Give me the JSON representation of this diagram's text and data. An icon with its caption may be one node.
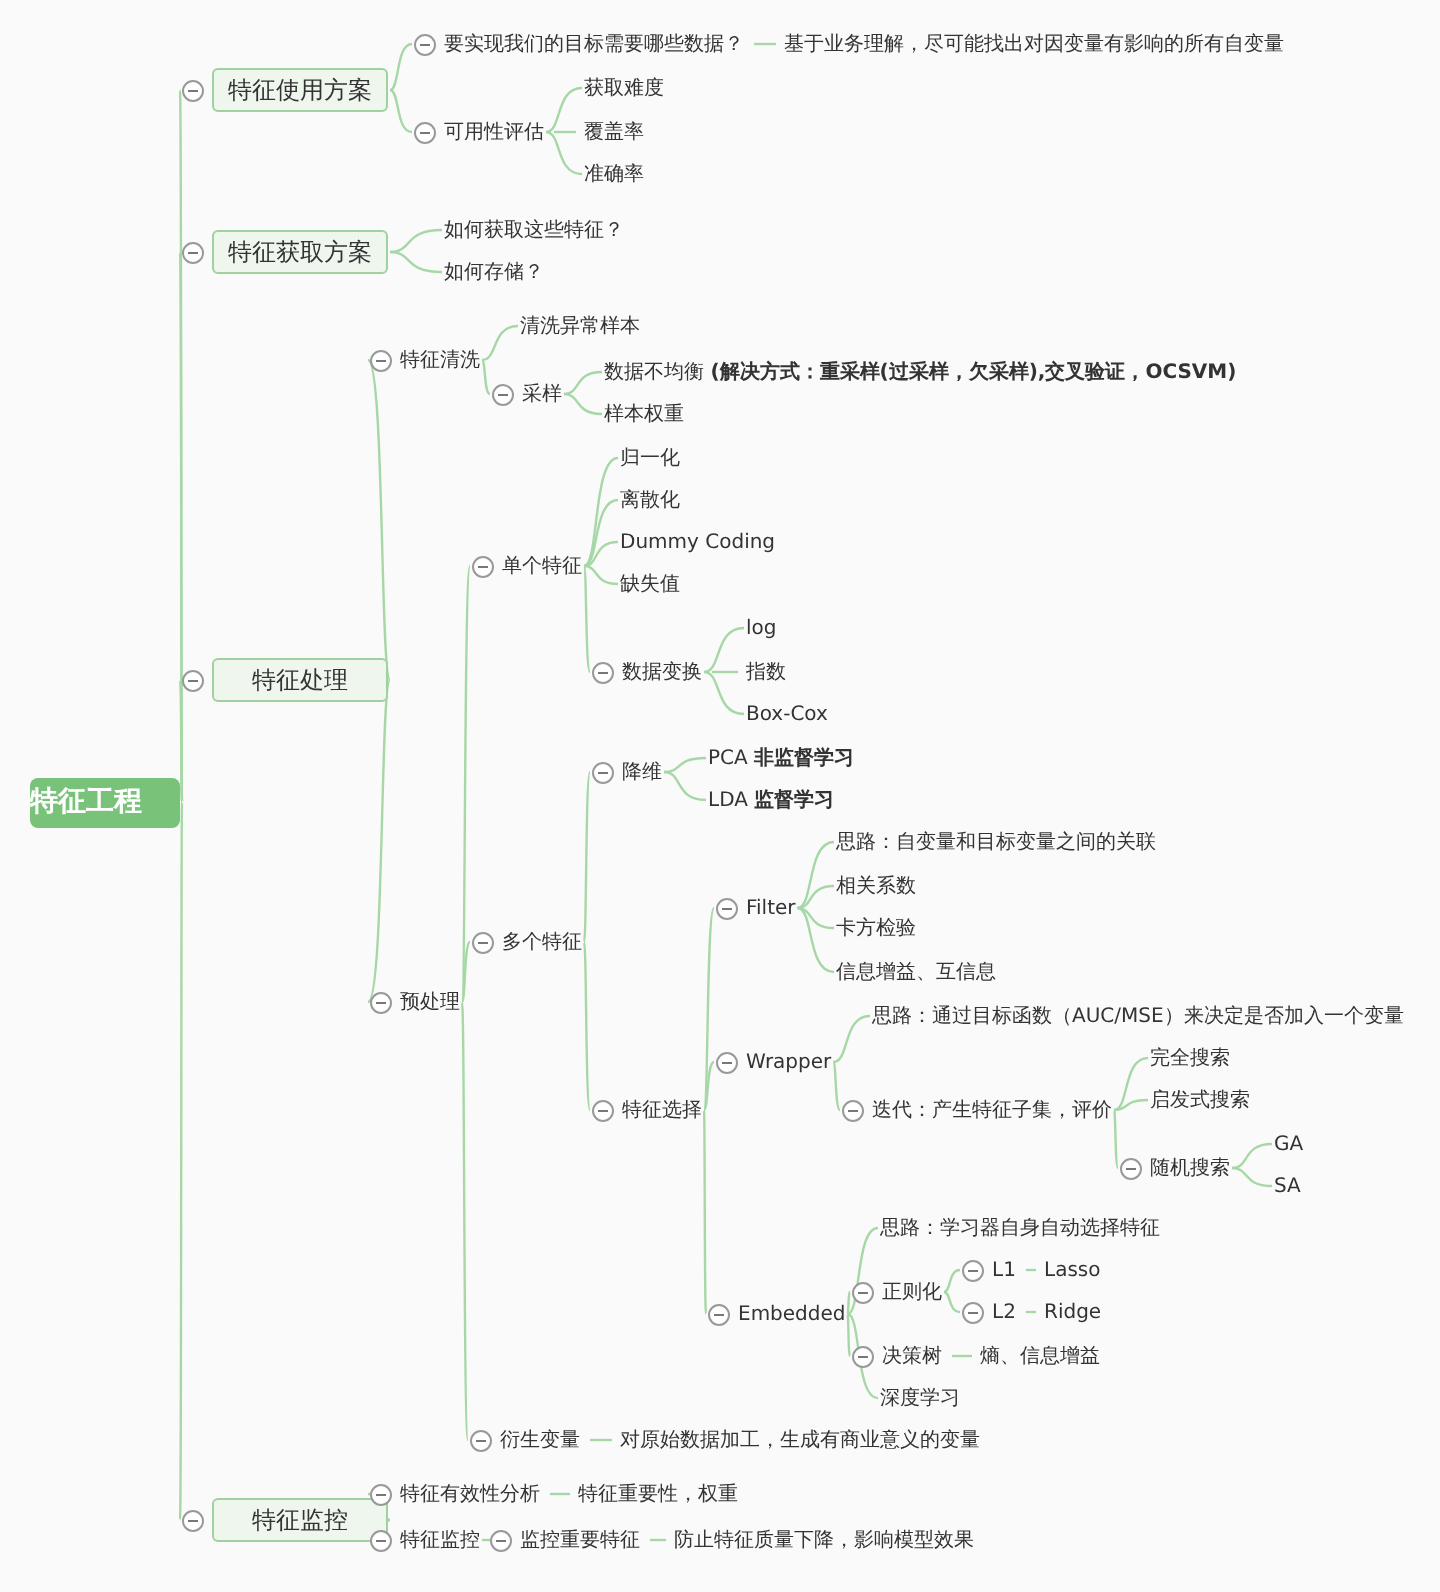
{
  "diagram": {
    "nodes": [
      {
        "text": [
          "特征工程"
        ]
      },
      {
        "text": [
          "特征使用方案"
        ]
      },
      {
        "text": [
          "要实现我们的目标需要哪些数据？"
        ]
      },
      {
        "text": [
          "基于业务理解，尽可能找出对因变量有影响的所有自变量"
        ]
      },
      {
        "text": [
          "可用性评估"
        ]
      },
      {
        "text": [
          "获取难度"
        ]
      },
      {
        "text": [
          "覆盖率"
        ]
      },
      {
        "text": [
          "准确率"
        ]
      },
      {
        "text": [
          "特征获取方案"
        ]
      },
      {
        "text": [
          "如何获取这些特征？"
        ]
      },
      {
        "text": [
          "如何存储？"
        ]
      },
      {
        "text": [
          "特征处理"
        ]
      },
      {
        "text": [
          "特征清洗"
        ]
      },
      {
        "text": [
          "清洗异常样本"
        ]
      },
      {
        "text": [
          "采样"
        ]
      },
      {
        "text": [
          "数据不均衡 **(解决方式：重采样(过采样，欠采样),交叉验证，OCSVM)**"
        ]
      },
      {
        "text": [
          "样本权重"
        ]
      },
      {
        "text": [
          "预处理"
        ]
      },
      {
        "text": [
          "单个特征"
        ]
      },
      {
        "text": [
          "归一化"
        ]
      },
      {
        "text": [
          "离散化"
        ]
      },
      {
        "text": [
          "Dummy Coding"
        ]
      },
      {
        "text": [
          "缺失值"
        ]
      },
      {
        "text": [
          "数据变换"
        ]
      },
      {
        "text": [
          "log"
        ]
      },
      {
        "text": [
          "指数"
        ]
      },
      {
        "text": [
          "Box-Cox"
        ]
      },
      {
        "text": [
          "多个特征"
        ]
      },
      {
        "text": [
          "降维"
        ]
      },
      {
        "text": [
          "PCA  **非监督学习**"
        ]
      },
      {
        "text": [
          "LDA  **监督学习**"
        ]
      },
      {
        "text": [
          "特征选择"
        ]
      },
      {
        "text": [
          "Filter"
        ]
      },
      {
        "text": [
          "思路：自变量和目标变量之间的关联"
        ]
      },
      {
        "text": [
          "相关系数"
        ]
      },
      {
        "text": [
          "卡方检验"
        ]
      },
      {
        "text": [
          "信息增益、互信息"
        ]
      },
      {
        "text": [
          "Wrapper"
        ]
      },
      {
        "text": [
          "思路：通过目标函数（AUC/MSE）来决定是否加入一个变量"
        ]
      },
      {
        "text": [
          "迭代：产生特征子集，评价"
        ]
      },
      {
        "text": [
          "完全搜索"
        ]
      },
      {
        "text": [
          "启发式搜索"
        ]
      },
      {
        "text": [
          "随机搜索"
        ]
      },
      {
        "text": [
          "GA"
        ]
      },
      {
        "text": [
          "SA"
        ]
      },
      {
        "text": [
          "Embedded"
        ]
      },
      {
        "text": [
          "思路：学习器自身自动选择特征"
        ]
      },
      {
        "text": [
          "正则化"
        ]
      },
      {
        "text": [
          "L1"
        ]
      },
      {
        "text": [
          "Lasso"
        ]
      },
      {
        "text": [
          "L2"
        ]
      },
      {
        "text": [
          "Ridge"
        ]
      },
      {
        "text": [
          "决策树"
        ]
      },
      {
        "text": [
          "熵、信息增益"
        ]
      },
      {
        "text": [
          "深度学习"
        ]
      },
      {
        "text": [
          "衍生变量"
        ]
      },
      {
        "text": [
          "对原始数据加工，生成有商业意义的变量"
        ]
      },
      {
        "text": [
          "特征监控"
        ]
      },
      {
        "text": [
          "特征有效性分析"
        ]
      },
      {
        "text": [
          "特征重要性，权重"
        ]
      },
      {
        "text": [
          "特征监控"
        ]
      },
      {
        "text": [
          "监控重要特征"
        ]
      },
      {
        "text": [
          "防止特征质量下降，影响模型效果"
        ]
      }
    ],
    "edges": [
      {
        "from": 0,
        "to": 1,
        "arrow": "none"
      },
      {
        "from": 1,
        "to": 2,
        "arrow": "none"
      },
      {
        "from": 2,
        "to": 3,
        "arrow": "none"
      },
      {
        "from": 1,
        "to": 4,
        "arrow": "none"
      },
      {
        "from": 4,
        "to": 5,
        "arrow": "none"
      },
      {
        "from": 4,
        "to": 6,
        "arrow": "none"
      },
      {
        "from": 4,
        "to": 7,
        "arrow": "none"
      },
      {
        "from": 0,
        "to": 8,
        "arrow": "none"
      },
      {
        "from": 8,
        "to": 9,
        "arrow": "none"
      },
      {
        "from": 8,
        "to": 10,
        "arrow": "none"
      },
      {
        "from": 0,
        "to": 11,
        "arrow": "none"
      },
      {
        "from": 11,
        "to": 12,
        "arrow": "none"
      },
      {
        "from": 12,
        "to": 13,
        "arrow": "none"
      },
      {
        "from": 12,
        "to": 14,
        "arrow": "none"
      },
      {
        "from": 14,
        "to": 15,
        "arrow": "none"
      },
      {
        "from": 14,
        "to": 16,
        "arrow": "none"
      },
      {
        "from": 11,
        "to": 17,
        "arrow": "none"
      },
      {
        "from": 17,
        "to": 18,
        "arrow": "none"
      },
      {
        "from": 18,
        "to": 19,
        "arrow": "none"
      },
      {
        "from": 18,
        "to": 20,
        "arrow": "none"
      },
      {
        "from": 18,
        "to": 21,
        "arrow": "none"
      },
      {
        "from": 18,
        "to": 22,
        "arrow": "none"
      },
      {
        "from": 18,
        "to": 23,
        "arrow": "none"
      },
      {
        "from": 23,
        "to": 24,
        "arrow": "none"
      },
      {
        "from": 23,
        "to": 25,
        "arrow": "none"
      },
      {
        "from": 23,
        "to": 26,
        "arrow": "none"
      },
      {
        "from": 17,
        "to": 27,
        "arrow": "none"
      },
      {
        "from": 27,
        "to": 28,
        "arrow": "none"
      },
      {
        "from": 28,
        "to": 29,
        "arrow": "none"
      },
      {
        "from": 28,
        "to": 30,
        "arrow": "none"
      },
      {
        "from": 27,
        "to": 31,
        "arrow": "none"
      },
      {
        "from": 31,
        "to": 32,
        "arrow": "none"
      },
      {
        "from": 32,
        "to": 33,
        "arrow": "none"
      },
      {
        "from": 32,
        "to": 34,
        "arrow": "none"
      },
      {
        "from": 32,
        "to": 35,
        "arrow": "none"
      },
      {
        "from": 32,
        "to": 36,
        "arrow": "none"
      },
      {
        "from": 31,
        "to": 37,
        "arrow": "none"
      },
      {
        "from": 37,
        "to": 38,
        "arrow": "none"
      },
      {
        "from": 37,
        "to": 39,
        "arrow": "none"
      },
      {
        "from": 39,
        "to": 40,
        "arrow": "none"
      },
      {
        "from": 39,
        "to": 41,
        "arrow": "none"
      },
      {
        "from": 39,
        "to": 42,
        "arrow": "none"
      },
      {
        "from": 42,
        "to": 43,
        "arrow": "none"
      },
      {
        "from": 42,
        "to": 44,
        "arrow": "none"
      },
      {
        "from": 31,
        "to": 45,
        "arrow": "none"
      },
      {
        "from": 45,
        "to": 46,
        "arrow": "none"
      },
      {
        "from": 45,
        "to": 47,
        "arrow": "none"
      },
      {
        "from": 47,
        "to": 48,
        "arrow": "none"
      },
      {
        "from": 48,
        "to": 49,
        "arrow": "none"
      },
      {
        "from": 47,
        "to": 50,
        "arrow": "none"
      },
      {
        "from": 50,
        "to": 51,
        "arrow": "none"
      },
      {
        "from": 45,
        "to": 52,
        "arrow": "none"
      },
      {
        "from": 52,
        "to": 53,
        "arrow": "none"
      },
      {
        "from": 45,
        "to": 54,
        "arrow": "none"
      },
      {
        "from": 17,
        "to": 55,
        "arrow": "none"
      },
      {
        "from": 55,
        "to": 56,
        "arrow": "none"
      },
      {
        "from": 0,
        "to": 57,
        "arrow": "none"
      },
      {
        "from": 57,
        "to": 58,
        "arrow": "none"
      },
      {
        "from": 58,
        "to": 59,
        "arrow": "none"
      },
      {
        "from": 57,
        "to": 60,
        "arrow": "none"
      },
      {
        "from": 60,
        "to": 61,
        "arrow": "none"
      },
      {
        "from": 61,
        "to": 62,
        "arrow": "none"
      }
    ]
  }
}
